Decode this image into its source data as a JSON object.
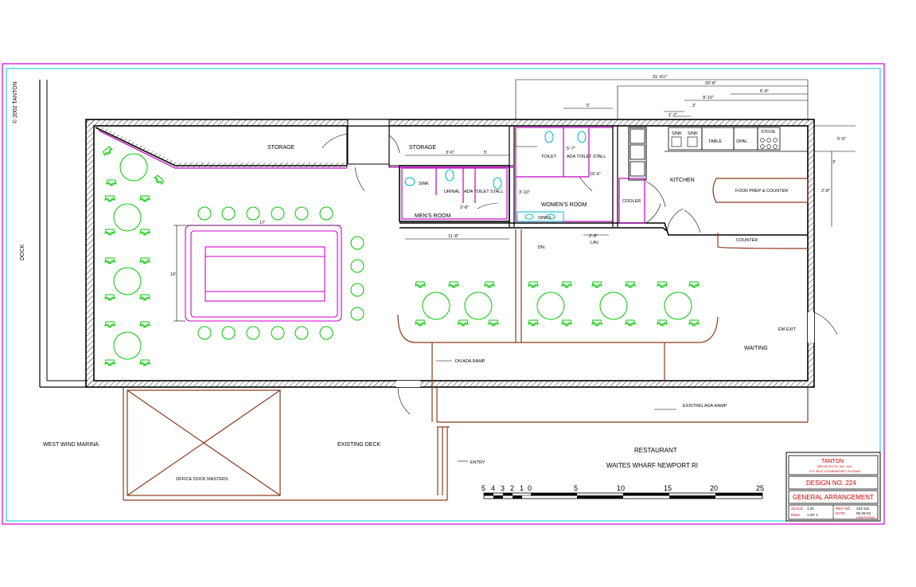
{
  "copyright": "© 2002 TANTON",
  "labels": {
    "dock": "DOCK",
    "storage_left": "STORAGE",
    "storage_right": "STORAGE",
    "sink_men": "SINK",
    "urinal": "URINAL",
    "ada_toilet_stall_men": "ADA TOILET STALL",
    "mens_room": "MEN'S ROOM",
    "toilet": "TOILET",
    "ada_toilet_stall_women": "ADA TOILET STALL",
    "womens_room": "WOMEN'S ROOM",
    "sinks": "SINKS",
    "cooler": "COOLER",
    "kitchen": "KITCHEN",
    "sink1": "SINK",
    "sink2": "SINK",
    "table": "TABLE",
    "opal": "OPAL",
    "stove": "STOVE",
    "food_prep": "FOOD PREP & COUNTER",
    "counter": "COUNTER",
    "em_exit": "EM EXIT",
    "waiting": "WAITING",
    "dn_ada_ramp": "DN ADA RAMP",
    "existing_ada_ramp": "EXISTING ADA RAMP",
    "dn": "DN.",
    "lav": "LAV.",
    "entry": "ENTRY",
    "west_wind_marina": "WEST WIND MARINA",
    "existing_deck": "EXISTING DECK",
    "office_dock_masters": "OFFICE DOCK MASTERS",
    "restaurant": "RESTAURANT",
    "location": "WAITES WHARF  NEWPORT  RI"
  },
  "dimensions": {
    "d1": "31'-6½\"",
    "d2": "20'-8\"",
    "d3": "9'-10\"",
    "d4": "6'-8\"",
    "d5": "3'",
    "d6": "1'-7\"",
    "d7": "5'",
    "d8": "5'-7\"",
    "d9": "5'",
    "d10": "3'-6\"",
    "d11": "10'-6\"",
    "d12": "3'-10\"",
    "d13": "2'-8\"",
    "d14": "11'-8\"",
    "d15": "2'-8\"",
    "d16": "5'-5\"",
    "d17": "3'",
    "d18": "2'-8\"",
    "d19": "17'",
    "d20": "10'"
  },
  "scale": {
    "ticks": [
      "5",
      "4",
      "3",
      "2",
      "1",
      "0",
      "5",
      "10",
      "15",
      "20",
      "25"
    ]
  },
  "title_block": {
    "company": "TANTON",
    "sub1": "ARCHITECTS, INC. AIA",
    "sub2": "P.O. BOX 123  NEWPORT, RI 02840",
    "design": "DESIGN NO. 224",
    "drawing": "GENERAL ARRANGEMENT",
    "scale_label": "SCALE:",
    "scale_val": "1:20",
    "dwg_label": "DWG:",
    "dwg_val": "1 OF 1",
    "rev_label": "REV. NO.",
    "rev_val": "224-101",
    "date_label": "DATE:",
    "date_val": "05-29-02",
    "extra": "ADDITIONAL"
  },
  "colors": {
    "frame": "#d000d0",
    "inner_border": "#00c8d8",
    "wall": "#000000",
    "partition": "#c000c0",
    "counters": "#8b3a1a",
    "seating": "#00c800",
    "fixtures": "#00b8c8",
    "title_red": "#cc0000"
  }
}
